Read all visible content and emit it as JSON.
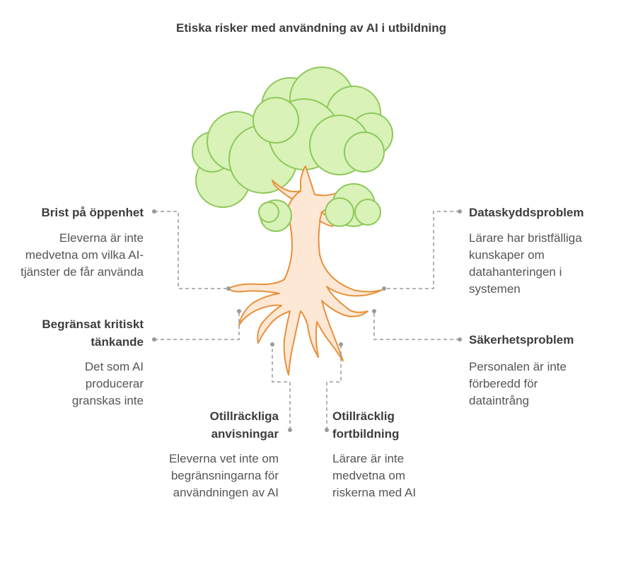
{
  "diagram": {
    "title": "Etiska risker med användning av AI i utbildning",
    "colors": {
      "foliage_fill": "#d8f2b8",
      "foliage_stroke": "#8fc85a",
      "trunk_fill": "#fde8d5",
      "trunk_stroke": "#e8903a",
      "connector": "#9a9a9a",
      "heading_text": "#3d3d3d",
      "body_text": "#555555"
    },
    "items": [
      {
        "id": "brist-pa-oppenhet",
        "heading": "Brist på öppenhet",
        "description": "Eleverna är inte medvetna om vilka AI-tjänster de får använda"
      },
      {
        "id": "begransat-kritiskt-tankande",
        "heading": "Begränsat kritiskt tänkande",
        "description": "Det som AI producerar granskas inte"
      },
      {
        "id": "otillrackliga-anvisningar",
        "heading": "Otillräckliga anvisningar",
        "description": "Eleverna vet inte om begränsningarna för användningen av AI"
      },
      {
        "id": "otillracklig-fortbildning",
        "heading": "Otillräcklig fortbildning",
        "description": "Lärare är inte medvetna om riskerna med AI"
      },
      {
        "id": "dataskyddsproblem",
        "heading": "Dataskyddsproblem",
        "description": "Lärare har bristfälliga kunskaper om datahanteringen i systemen"
      },
      {
        "id": "sakerhetsproblem",
        "heading": "Säkerhetsproblem",
        "description": "Personalen är inte förberedd för dataintrång"
      }
    ]
  }
}
